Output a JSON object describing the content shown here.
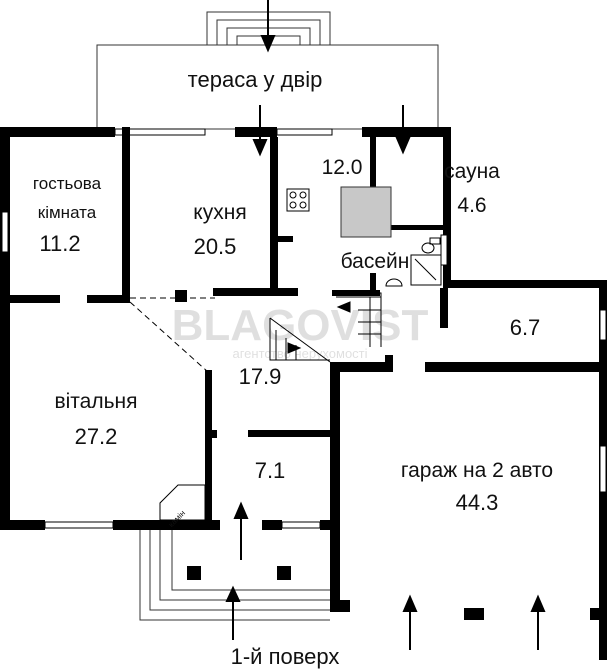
{
  "plan": {
    "title": "1-й поверх",
    "rooms": [
      {
        "id": "terrace",
        "name": "тераса у двір",
        "area": ""
      },
      {
        "id": "guest",
        "name_line1": "гостьова",
        "name_line2": "кімната",
        "area": "11.2"
      },
      {
        "id": "kitchen",
        "name": "кухня",
        "area": "20.5"
      },
      {
        "id": "pool",
        "name": "басейн",
        "area": "12.0"
      },
      {
        "id": "sauna",
        "name": "сауна",
        "area": "4.6"
      },
      {
        "id": "storage",
        "name": "",
        "area": "6.7"
      },
      {
        "id": "hall",
        "name": "",
        "area": "17.9"
      },
      {
        "id": "living",
        "name": "вітальня",
        "area": "27.2"
      },
      {
        "id": "entrance",
        "name": "",
        "area": "7.1"
      },
      {
        "id": "garage",
        "name": "гараж на 2 авто",
        "area": "44.3"
      }
    ],
    "fireplace": "камін",
    "watermark": {
      "brand": "BLAGOVIST",
      "tagline": "агентство нерухомості"
    }
  }
}
